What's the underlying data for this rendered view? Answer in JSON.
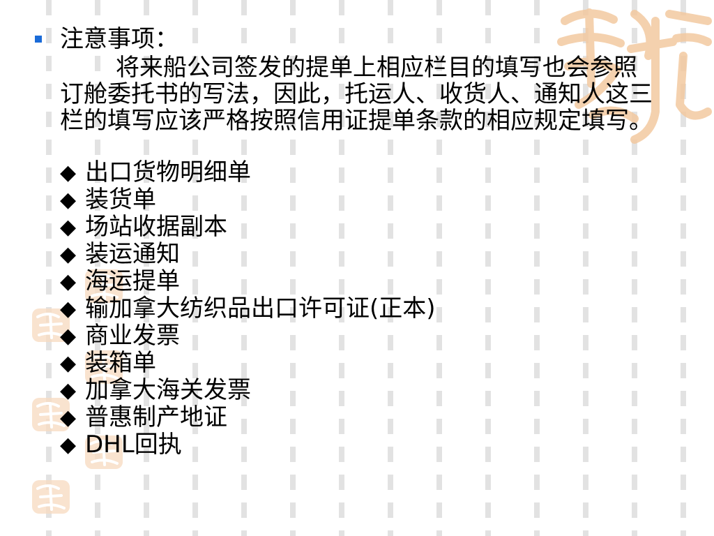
{
  "slide": {
    "heading": "注意事项：",
    "paragraph": "将来船公司签发的提单上相应栏目的填写也会参照订舱委托书的写法，因此，托运人、收货人、通知人这三栏的填写应该严格按照信用证提单条款的相应规定填写。",
    "list_marker": "◆",
    "items": [
      "出口货物明细单",
      "装货单",
      "场站收据副本",
      "装运通知",
      "海运提单",
      "输加拿大纺织品出口许可证(正本)",
      "商业发票",
      "装箱单",
      "加拿大海关发票",
      "普惠制产地证",
      "DHL回执"
    ]
  },
  "decor": {
    "accent_color": "#1a6bd8",
    "seal_color": "#f3c9a0",
    "line_color": "#e2e2e2",
    "seal_icon": "auspicious-seal-icon"
  }
}
